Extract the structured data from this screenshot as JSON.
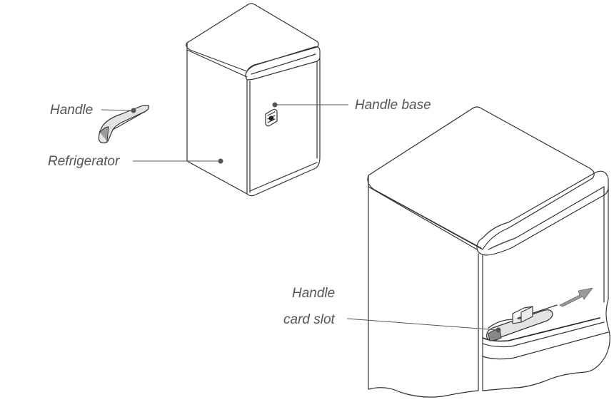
{
  "labels": {
    "handle": "Handle",
    "refrigerator": "Refrigerator",
    "handle_base": "Handle base",
    "handle_card_slot_line1": "Handle",
    "handle_card_slot_line2": "card slot"
  },
  "colors": {
    "line": "#333333",
    "label_text": "#555555",
    "handle_fill": "#d9d9d9",
    "arrow_fill": "#9a9a9a"
  }
}
